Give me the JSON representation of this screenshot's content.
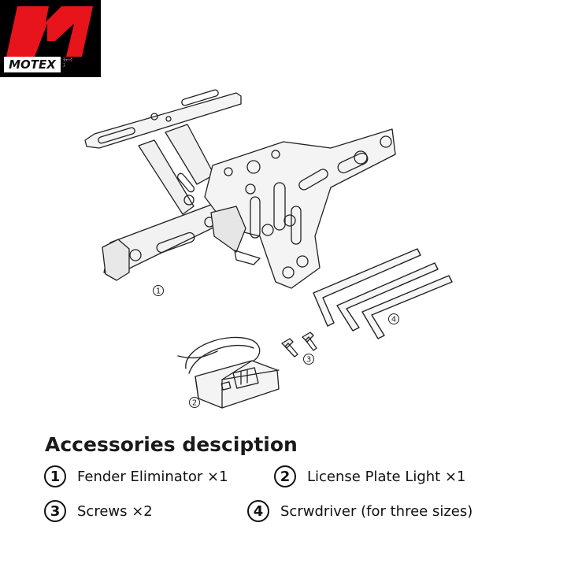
{
  "logo": {
    "brand": "MOTEX",
    "sub": "ﾓﾃｯｸｽ"
  },
  "diagram": {
    "callouts": [
      "1",
      "2",
      "3",
      "4"
    ]
  },
  "accessories": {
    "heading": "Accessories desciption",
    "items": [
      {
        "number": "1",
        "label": "Fender Eliminator ×1"
      },
      {
        "number": "2",
        "label": "License Plate Light ×1"
      },
      {
        "number": "3",
        "label": "Screws ×2"
      },
      {
        "number": "4",
        "label": "Scrwdriver (for three sizes)"
      }
    ]
  }
}
